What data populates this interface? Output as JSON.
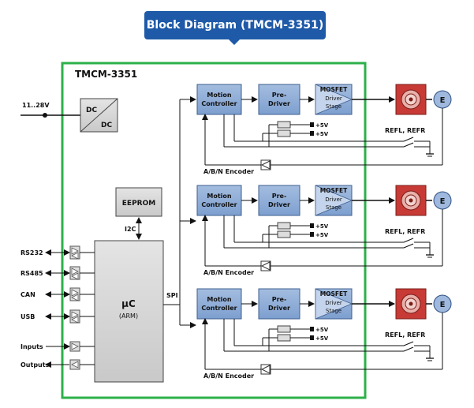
{
  "header": {
    "title": "Block Diagram (TMCM-3351)"
  },
  "module": {
    "name": "TMCM-3351"
  },
  "power": {
    "voltage": "11..28V",
    "converter_top": "DC",
    "converter_bottom": "DC"
  },
  "memory": {
    "eeprom": "EEPROM",
    "bus": "I2C"
  },
  "mcu": {
    "name": "µC",
    "arch": "(ARM)",
    "bus": "SPI"
  },
  "interfaces": [
    "RS232",
    "RS485",
    "CAN",
    "USB",
    "Inputs",
    "Outputs"
  ],
  "channel": {
    "motion": [
      "Motion",
      "Controller"
    ],
    "predriver": [
      "Pre-",
      "Driver"
    ],
    "mosfet": [
      "MOSFET",
      "Driver",
      "Stage"
    ],
    "supply": "+5V",
    "refs": "REFL, REFR",
    "encoder_label": "A/B/N Encoder",
    "encoder_symbol": "E"
  },
  "colors": {
    "banner": "#1e5aa8",
    "module_border": "#2db04a",
    "block_blue": "#8aa9d3",
    "motor_red": "#c83a35"
  }
}
